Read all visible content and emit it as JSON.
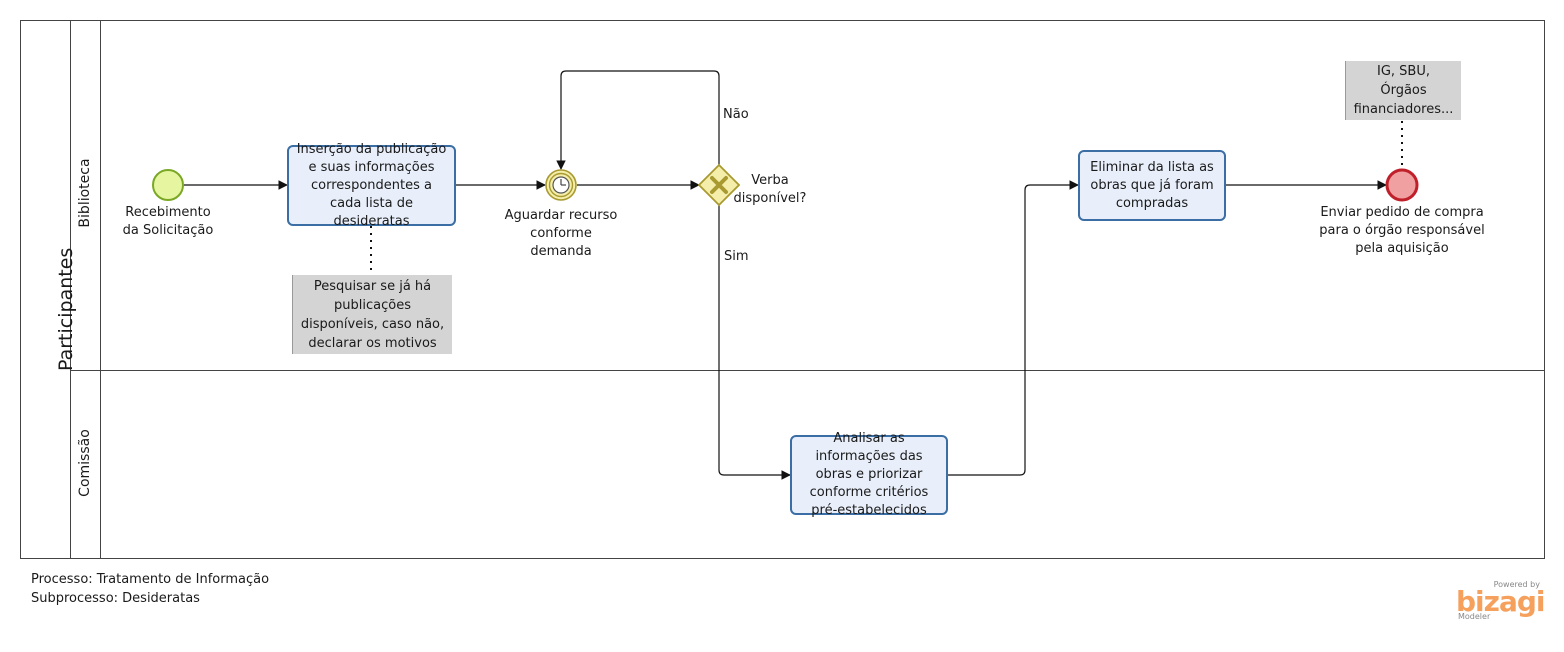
{
  "pool": {
    "title": "Participantes"
  },
  "lanes": [
    {
      "title": "Biblioteca"
    },
    {
      "title": "Comissão"
    }
  ],
  "events": {
    "start": "Recebimento da Solicitação",
    "timer": "Aguardar recurso conforme demanda",
    "end": "Enviar pedido de compra para o órgão responsável pela aquisição"
  },
  "tasks": {
    "insercao": "Inserção da publicação e suas informações correspondentes a cada lista de desideratas",
    "eliminar": "Eliminar da lista as obras que já foram compradas",
    "analisar": "Analisar as informações das obras e priorizar conforme critérios pré-estabelecidos"
  },
  "gateway": {
    "label": "Verba disponível?",
    "no": "Não",
    "yes": "Sim"
  },
  "annotations": {
    "pesquisar": "Pesquisar se já há publicações disponíveis, caso não, declarar os motivos",
    "orgaos": "IG, SBU, Órgãos financiadores..."
  },
  "footer": {
    "processo": "Processo: Tratamento de Informação",
    "subprocesso": "Subprocesso: Desideratas"
  },
  "logo": {
    "powered": "Powered by",
    "brand": "bizagi",
    "product": "Modeler"
  },
  "colors": {
    "start_fill": "#e6f5a0",
    "start_stroke": "#7aa825",
    "end_fill": "#f0a0a0",
    "end_stroke": "#c0202a",
    "task_fill": "#e8effa",
    "task_stroke": "#3a6ea5",
    "gateway_fill": "#f5eeaa",
    "gateway_stroke": "#a89a30"
  }
}
